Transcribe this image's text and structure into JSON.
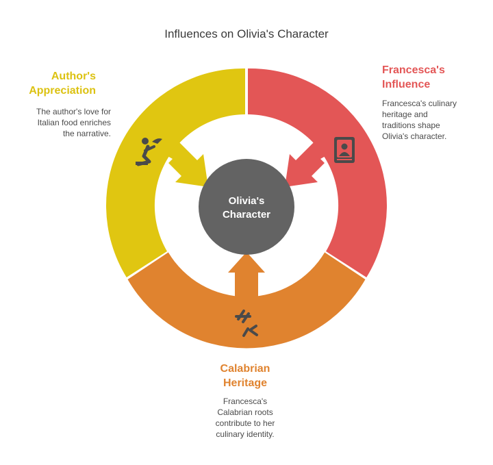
{
  "title": "Influences on Olivia's Character",
  "center": {
    "line1": "Olivia's",
    "line2": "Character",
    "color": "#636363"
  },
  "segments": {
    "author": {
      "heading_line1": "Author's",
      "heading_line2": "Appreciation",
      "desc_line1": "The author's love for",
      "desc_line2": "Italian food enriches",
      "desc_line3": "the narrative.",
      "color": "#e0c611",
      "icon": "kneeling-person-icon"
    },
    "francesca": {
      "heading_line1": "Francesca's",
      "heading_line2": "Influence",
      "desc_line1": "Francesca's culinary",
      "desc_line2": "heritage and",
      "desc_line3": "traditions shape",
      "desc_line4": "Olivia's character.",
      "color": "#e35656",
      "icon": "profile-book-icon"
    },
    "calabrian": {
      "heading_line1": "Calabrian",
      "heading_line2": "Heritage",
      "desc_line1": "Francesca's",
      "desc_line2": "Calabrian roots",
      "desc_line3": "contribute to her",
      "desc_line4": "culinary identity.",
      "color": "#e0832f",
      "icon": "rolling-pin-icon"
    }
  }
}
